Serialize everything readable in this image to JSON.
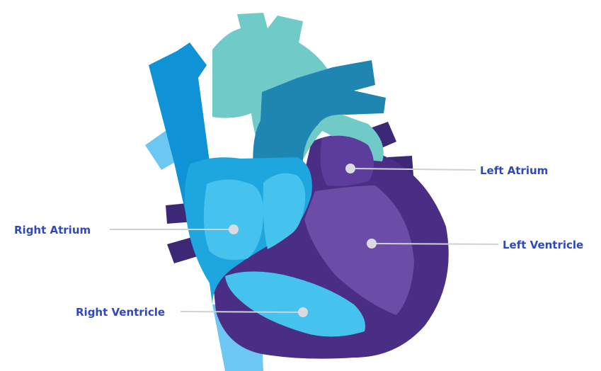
{
  "labels": {
    "left_atrium": "Left Atrium",
    "left_ventricle": "Left Ventricle",
    "right_atrium": "Right Atrium",
    "right_ventricle": "Right Ventricle"
  },
  "colors": {
    "label_text": "#2d49bd",
    "leader_line": "#cfd1d6",
    "marker_dot": "#d9dbe0",
    "aorta": "#6fcac8",
    "pulmonary_artery": "#1e86b0",
    "vena_cava": "#0f93d6",
    "vena_cava_light": "#6cc7f2",
    "right_chambers": "#1da7de",
    "right_chamber_fill": "#45c3ee",
    "left_heart": "#4a2e86",
    "left_atrium": "#5c3d9c",
    "left_ventricle_fill": "#6b4ca6",
    "pulmonary_vein": "#3d2878"
  }
}
